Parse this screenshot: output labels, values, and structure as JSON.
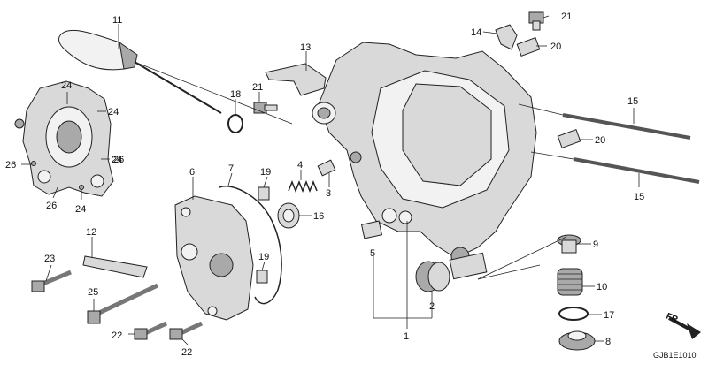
{
  "diagram": {
    "code": "GJB1E1010",
    "direction_label": "FR.",
    "callouts": [
      "1",
      "2",
      "3",
      "4",
      "5",
      "6",
      "7",
      "8",
      "9",
      "10",
      "11",
      "12",
      "13",
      "14",
      "15",
      "15",
      "16",
      "17",
      "18",
      "19",
      "19",
      "20",
      "20",
      "21",
      "21",
      "22",
      "22",
      "23",
      "24",
      "24",
      "24",
      "24",
      "25",
      "26",
      "26",
      "26"
    ]
  },
  "colors": {
    "ink": "#222222",
    "fill_light": "#d9d9d9",
    "fill_dark": "#a9a9a9"
  }
}
